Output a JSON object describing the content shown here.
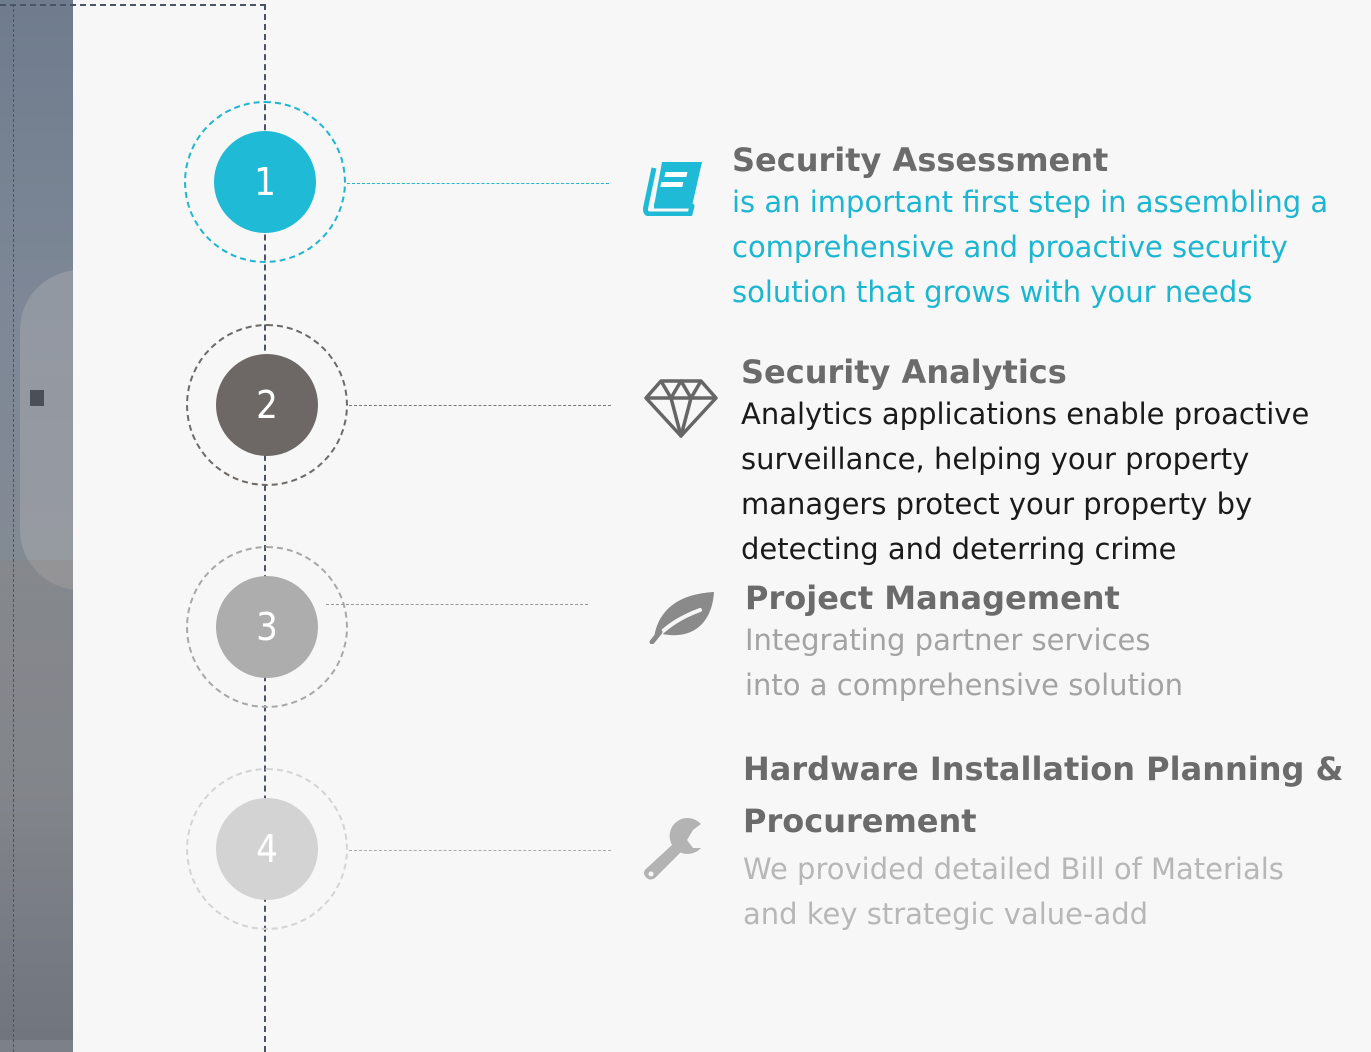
{
  "colors": {
    "accent": "#1fbad5",
    "step2": "#6d6865",
    "step3": "#adadad",
    "step4": "#d3d3d3",
    "title": "#6b6b6b",
    "timeline": "#4b5466"
  },
  "steps": [
    {
      "number": "1",
      "icon": "book-icon",
      "title": "Security Assessment",
      "lines": [
        "is an important first step in assembling a",
        "comprehensive and proactive security",
        "solution that grows with your needs"
      ]
    },
    {
      "number": "2",
      "icon": "diamond-icon",
      "title": "Security Analytics",
      "lines": [
        "Analytics applications enable proactive",
        "surveillance, helping your property",
        "managers protect your property by",
        "detecting and deterring crime"
      ]
    },
    {
      "number": "3",
      "icon": "leaf-icon",
      "title": "Project Management",
      "lines": [
        "Integrating partner services",
        "into a comprehensive solution"
      ]
    },
    {
      "number": "4",
      "icon": "wrench-icon",
      "title_lines": [
        "Hardware Installation Planning &",
        "Procurement"
      ],
      "lines": [
        "We provided detailed Bill of Materials",
        "and key strategic value-add"
      ]
    }
  ]
}
